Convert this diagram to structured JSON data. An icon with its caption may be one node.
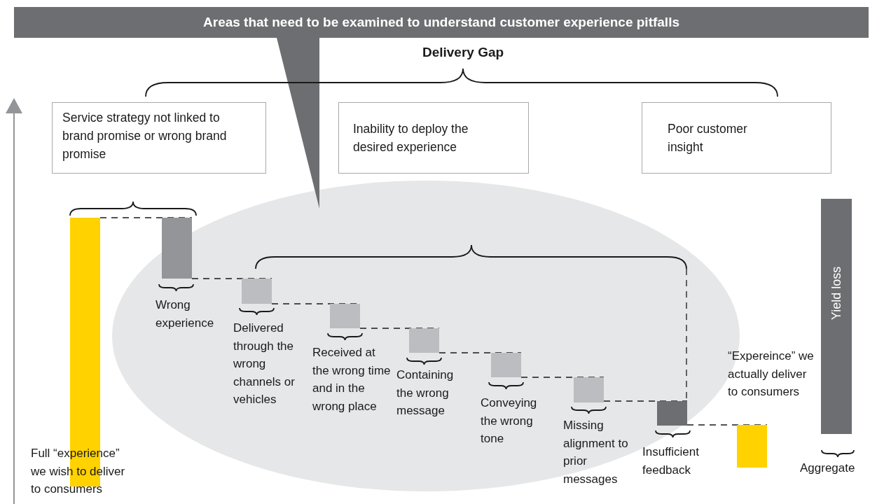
{
  "diagram": {
    "title": "Areas that need to be examined to understand customer experience pitfalls",
    "nodes": [
      {
        "text": [
          "Service strategy not linked to brand promise or wrong brand promise"
        ]
      },
      {
        "text": [
          "Inability to deploy the desired experience"
        ]
      },
      {
        "text": [
          "Poor customer insight"
        ]
      },
      {
        "text": [],
        "shape": "bar"
      },
      {
        "text": [],
        "shape": "bar"
      },
      {
        "text": [],
        "shape": "bar"
      },
      {
        "text": [],
        "shape": "bar"
      },
      {
        "text": [],
        "shape": "bar"
      },
      {
        "text": [],
        "shape": "bar"
      },
      {
        "text": [],
        "shape": "bar"
      },
      {
        "text": [],
        "shape": "bar"
      },
      {
        "text": [],
        "shape": "bar"
      },
      {
        "text": [
          "Yield loss"
        ]
      }
    ],
    "edges": [
      {
        "from": 3,
        "to": 4,
        "arrow": "none",
        "style": "dashed"
      },
      {
        "from": 4,
        "to": 5,
        "arrow": "none",
        "style": "dashed"
      },
      {
        "from": 5,
        "to": 6,
        "arrow": "none",
        "style": "dashed"
      },
      {
        "from": 6,
        "to": 7,
        "arrow": "none",
        "style": "dashed"
      },
      {
        "from": 7,
        "to": 8,
        "arrow": "none",
        "style": "dashed"
      },
      {
        "from": 8,
        "to": 9,
        "arrow": "none",
        "style": "dashed"
      },
      {
        "from": 9,
        "to": 10,
        "arrow": "none",
        "style": "dashed"
      },
      {
        "from": 10,
        "to": 11,
        "arrow": "none",
        "style": "dashed"
      }
    ],
    "labels": [
      "Delivery Gap",
      "Wrong experience",
      "Delivered through the wrong channels or vehicles",
      "Received at the wrong time and in the wrong place",
      "Containing the wrong message",
      "Conveying the wrong tone",
      "Missing alignment to prior messages",
      "Insufficient feedback",
      "Full “experience” we wish to deliver to consumers",
      "“Expereince” we actually deliver to consumers",
      "Aggregate"
    ]
  }
}
